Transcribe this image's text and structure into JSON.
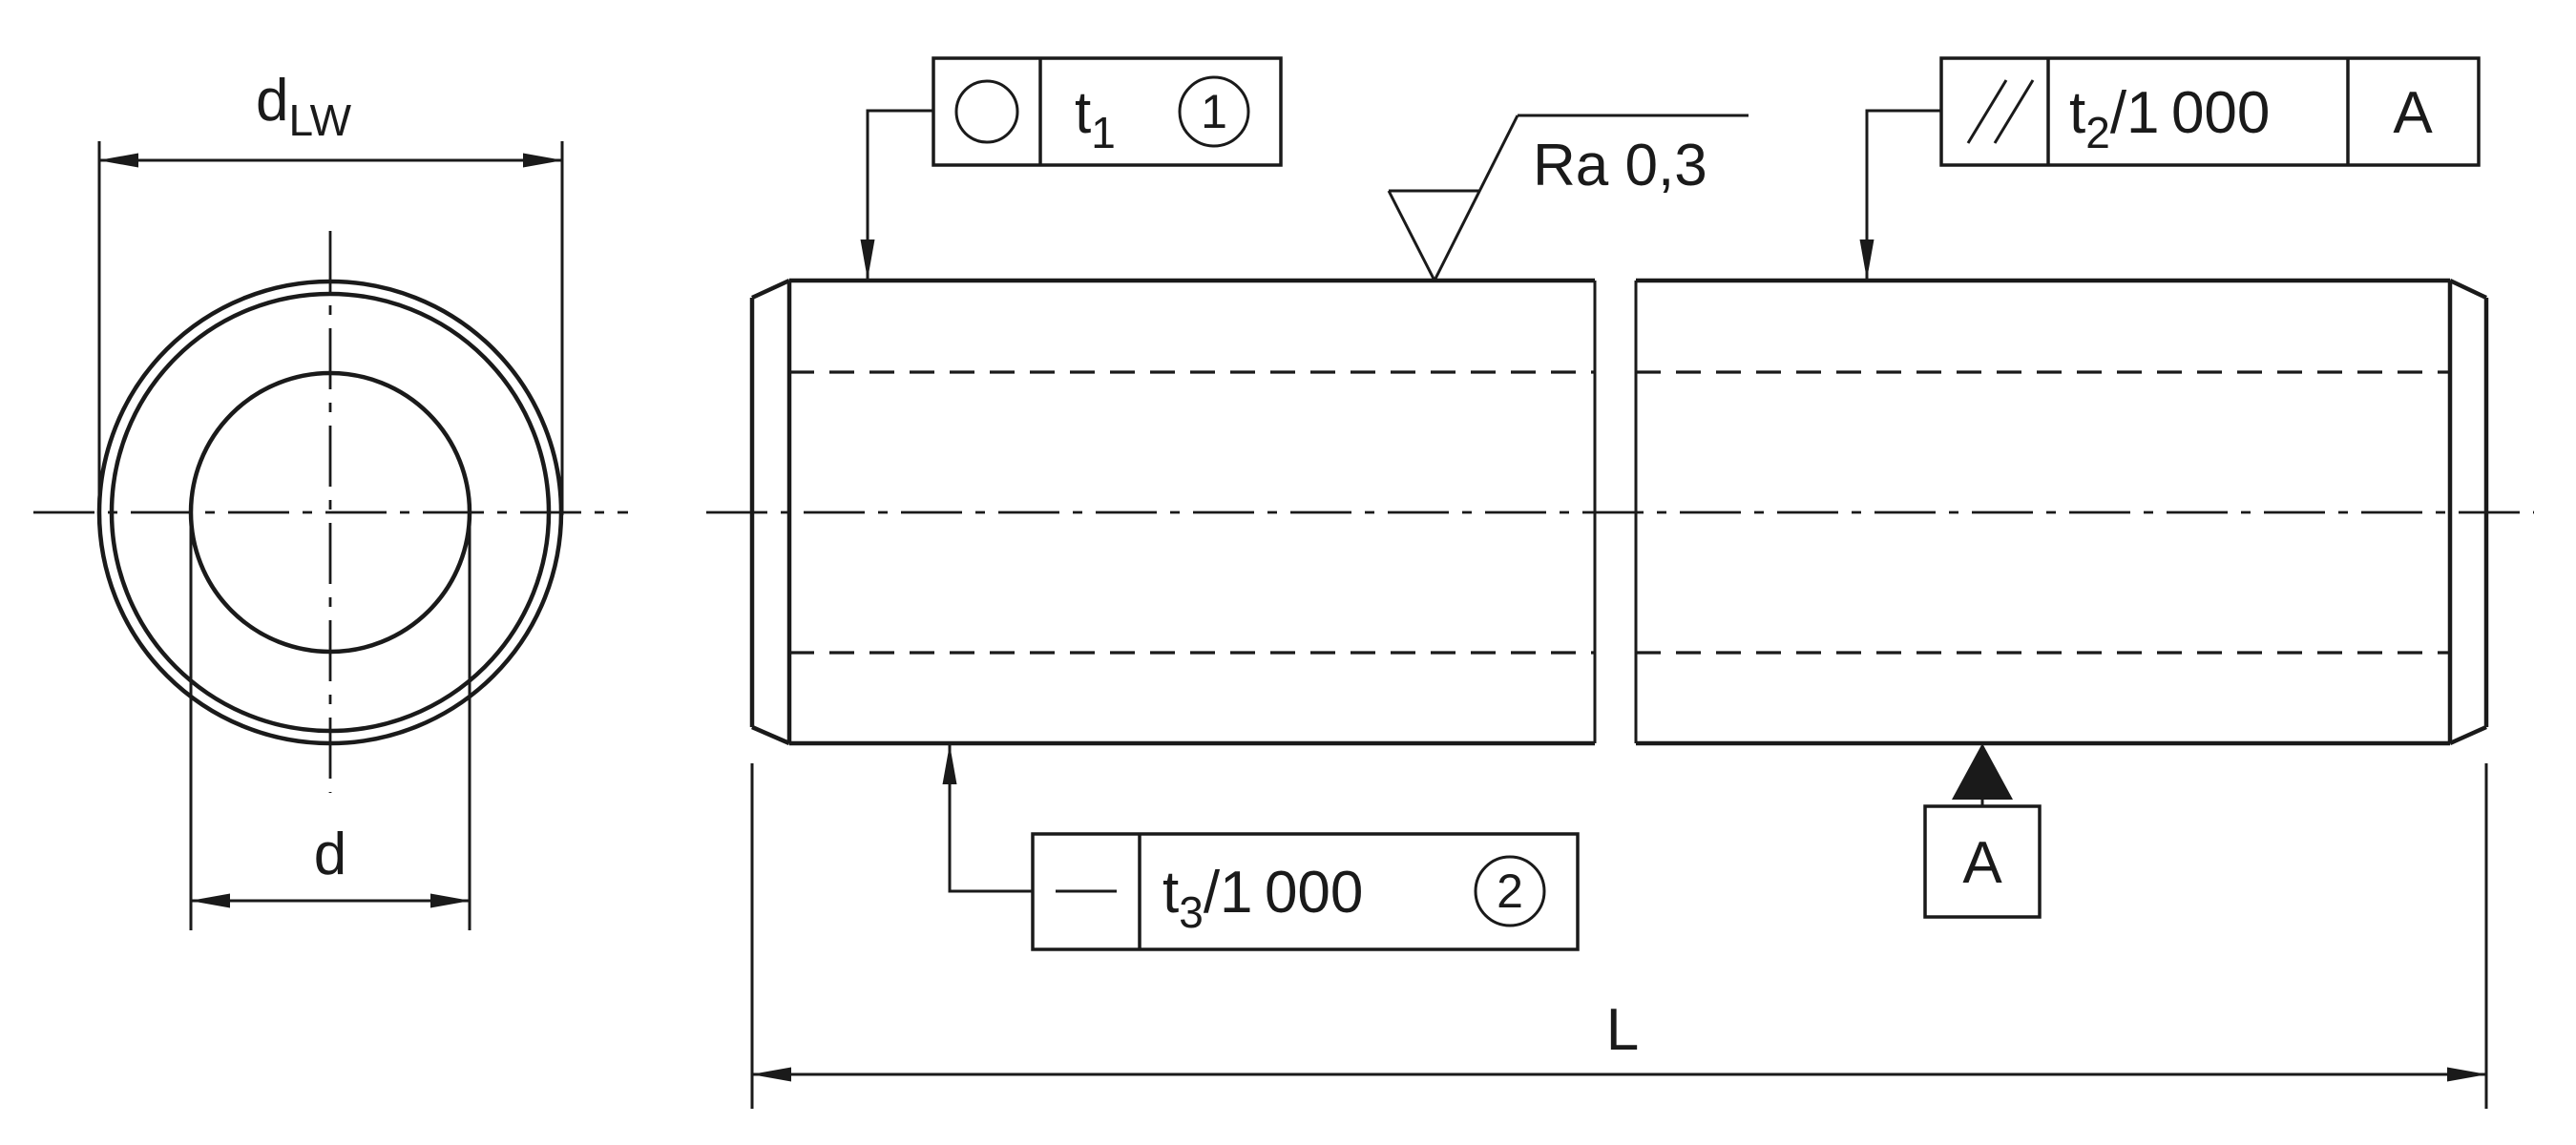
{
  "meta": {
    "title": "Shaft technical drawing with geometric tolerances",
    "ink_color": "#1a1a1a",
    "background_color": "#ffffff"
  },
  "section_view": {
    "outer_diameter": {
      "base": "d",
      "subscript": "LW"
    },
    "inner_diameter": {
      "label": "d"
    }
  },
  "side_view": {
    "length": {
      "label": "L"
    },
    "surface_finish": {
      "symbol": "machining-required-check-icon",
      "value": "Ra 0,3"
    },
    "circularity": {
      "symbol": "circularity-circle-icon",
      "tolerance_base": "t",
      "tolerance_sub": "1",
      "note_number": "1"
    },
    "parallelism": {
      "symbol": "parallelism-slashes-icon",
      "tolerance_base": "t",
      "tolerance_sub": "2",
      "tolerance_suffix": "/1 000",
      "datum_ref": "A"
    },
    "straightness": {
      "symbol": "straightness-dash-icon",
      "tolerance_base": "t",
      "tolerance_sub": "3",
      "tolerance_suffix": "/1 000",
      "note_number": "2"
    },
    "datum_label": "A"
  }
}
